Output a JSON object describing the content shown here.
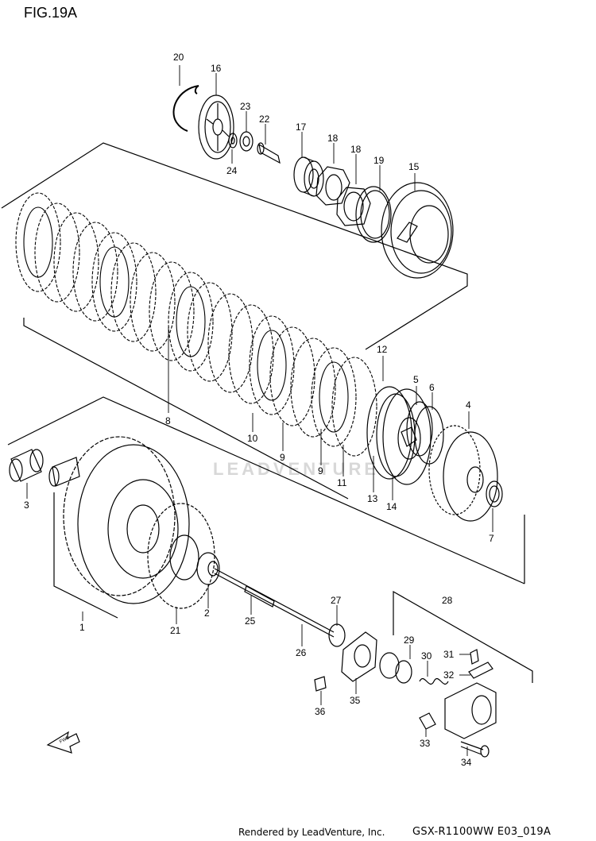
{
  "figure": {
    "title": "FIG.19A",
    "watermark": "LEADVENTURE",
    "fwd_label": "FWD",
    "footer_credit": "Rendered by LeadVenture, Inc.",
    "footer_code": "GSX-R1100WW  E03_019A"
  },
  "callouts": [
    {
      "id": "c20",
      "text": "20"
    },
    {
      "id": "c16",
      "text": "16"
    },
    {
      "id": "c23",
      "text": "23"
    },
    {
      "id": "c22",
      "text": "22"
    },
    {
      "id": "c24",
      "text": "24"
    },
    {
      "id": "c17",
      "text": "17"
    },
    {
      "id": "c18a",
      "text": "18"
    },
    {
      "id": "c18b",
      "text": "18"
    },
    {
      "id": "c19",
      "text": "19"
    },
    {
      "id": "c15",
      "text": "15"
    },
    {
      "id": "c12",
      "text": "12"
    },
    {
      "id": "c5",
      "text": "5"
    },
    {
      "id": "c6",
      "text": "6"
    },
    {
      "id": "c4",
      "text": "4"
    },
    {
      "id": "c8",
      "text": "8"
    },
    {
      "id": "c10",
      "text": "10"
    },
    {
      "id": "c9a",
      "text": "9"
    },
    {
      "id": "c9b",
      "text": "9"
    },
    {
      "id": "c11",
      "text": "11"
    },
    {
      "id": "c13",
      "text": "13"
    },
    {
      "id": "c14",
      "text": "14"
    },
    {
      "id": "c7",
      "text": "7"
    },
    {
      "id": "c3",
      "text": "3"
    },
    {
      "id": "c1",
      "text": "1"
    },
    {
      "id": "c21",
      "text": "21"
    },
    {
      "id": "c2",
      "text": "2"
    },
    {
      "id": "c25",
      "text": "25"
    },
    {
      "id": "c27",
      "text": "27"
    },
    {
      "id": "c26",
      "text": "26"
    },
    {
      "id": "c28",
      "text": "28"
    },
    {
      "id": "c29",
      "text": "29"
    },
    {
      "id": "c30",
      "text": "30"
    },
    {
      "id": "c31",
      "text": "31"
    },
    {
      "id": "c32",
      "text": "32"
    },
    {
      "id": "c36",
      "text": "36"
    },
    {
      "id": "c35",
      "text": "35"
    },
    {
      "id": "c33",
      "text": "33"
    },
    {
      "id": "c34",
      "text": "34"
    }
  ]
}
